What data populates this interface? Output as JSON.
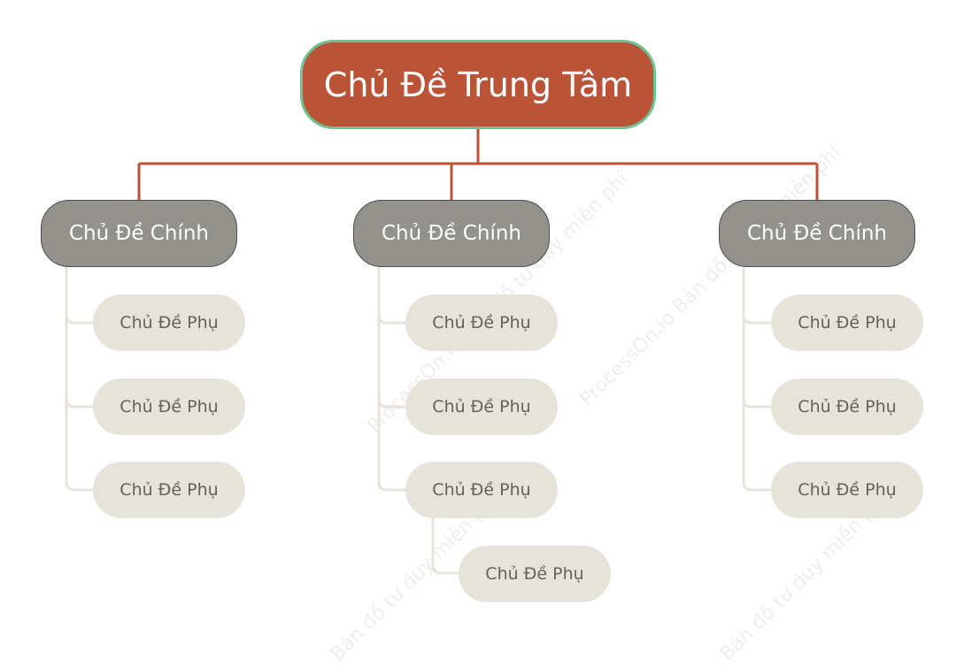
{
  "colors": {
    "central_fill": "#bb5337",
    "central_border": "#6cc391",
    "main_fill": "#92918b",
    "sub_fill": "#e6e3db",
    "main_connector": "#bb5337",
    "sub_connector": "#e6e3db"
  },
  "watermark": {
    "text_a": "ProcessOn.io Bản đồ tư duy miễn phí",
    "text_b": "Bản đồ tư duy miễn phí"
  },
  "diagram": {
    "central": {
      "label": "Chủ Đề Trung Tâm"
    },
    "branches": [
      {
        "label": "Chủ Đề Chính",
        "children": [
          {
            "label": "Chủ Đề Phụ"
          },
          {
            "label": "Chủ Đề Phụ"
          },
          {
            "label": "Chủ Đề Phụ"
          }
        ]
      },
      {
        "label": "Chủ Đề Chính",
        "children": [
          {
            "label": "Chủ Đề Phụ"
          },
          {
            "label": "Chủ Đề Phụ"
          },
          {
            "label": "Chủ Đề Phụ",
            "children": [
              {
                "label": "Chủ Đề Phụ"
              }
            ]
          }
        ]
      },
      {
        "label": "Chủ Đề Chính",
        "children": [
          {
            "label": "Chủ Đề Phụ"
          },
          {
            "label": "Chủ Đề Phụ"
          },
          {
            "label": "Chủ Đề Phụ"
          }
        ]
      }
    ]
  }
}
